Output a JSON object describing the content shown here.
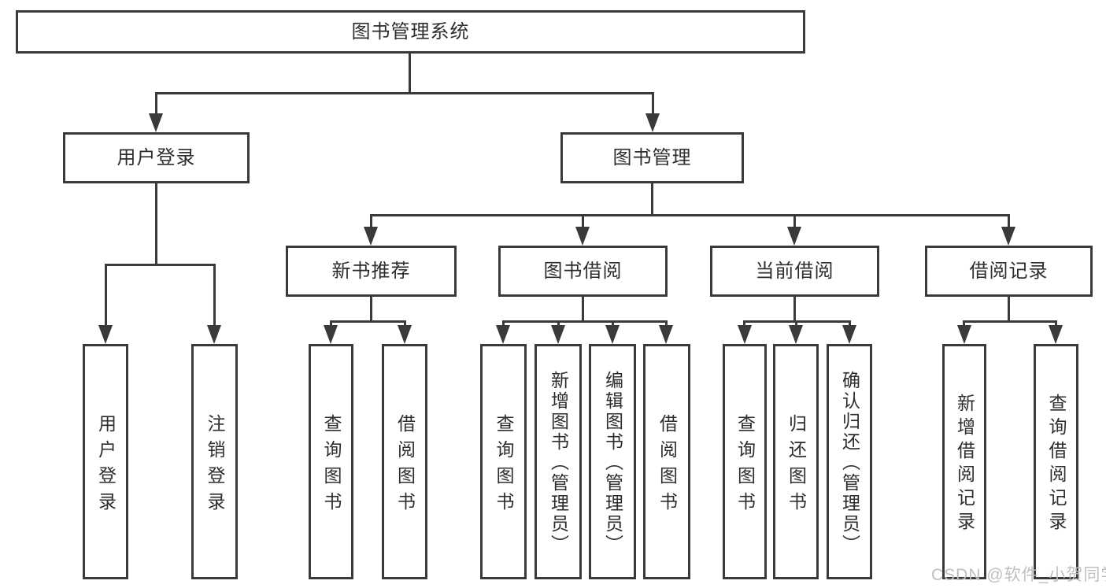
{
  "diagram": {
    "root": {
      "label": "图书管理系统"
    },
    "level2": {
      "user_login": {
        "label": "用户登录"
      },
      "book_mgmt": {
        "label": "图书管理"
      }
    },
    "level3": {
      "new_books": {
        "label": "新书推荐"
      },
      "book_borrow": {
        "label": "图书借阅"
      },
      "current_borrow": {
        "label": "当前借阅"
      },
      "borrow_records": {
        "label": "借阅记录"
      }
    },
    "leaves": {
      "user_login_leaf": {
        "label": "用户登录"
      },
      "logout_leaf": {
        "label": "注销登录"
      },
      "nb_query": {
        "label": "查询图书"
      },
      "nb_borrow": {
        "label": "借阅图书"
      },
      "bb_query": {
        "label": "查询图书"
      },
      "bb_add": {
        "label": "新增图书（管理员）"
      },
      "bb_edit": {
        "label": "编辑图书（管理员）"
      },
      "bb_borrow": {
        "label": "借阅图书"
      },
      "cb_query": {
        "label": "查询图书"
      },
      "cb_return": {
        "label": "归还图书"
      },
      "cb_confirm": {
        "label": "确认归还（管理员）"
      },
      "br_add": {
        "label": "新增借阅记录"
      },
      "br_query": {
        "label": "查询借阅记录"
      }
    },
    "watermark": "CSDN @软件_小贺同学",
    "colors": {
      "line": "#3a3a3a",
      "text": "#2d2d2d",
      "watermark": "#bfbfbf",
      "background": "#ffffff"
    }
  }
}
